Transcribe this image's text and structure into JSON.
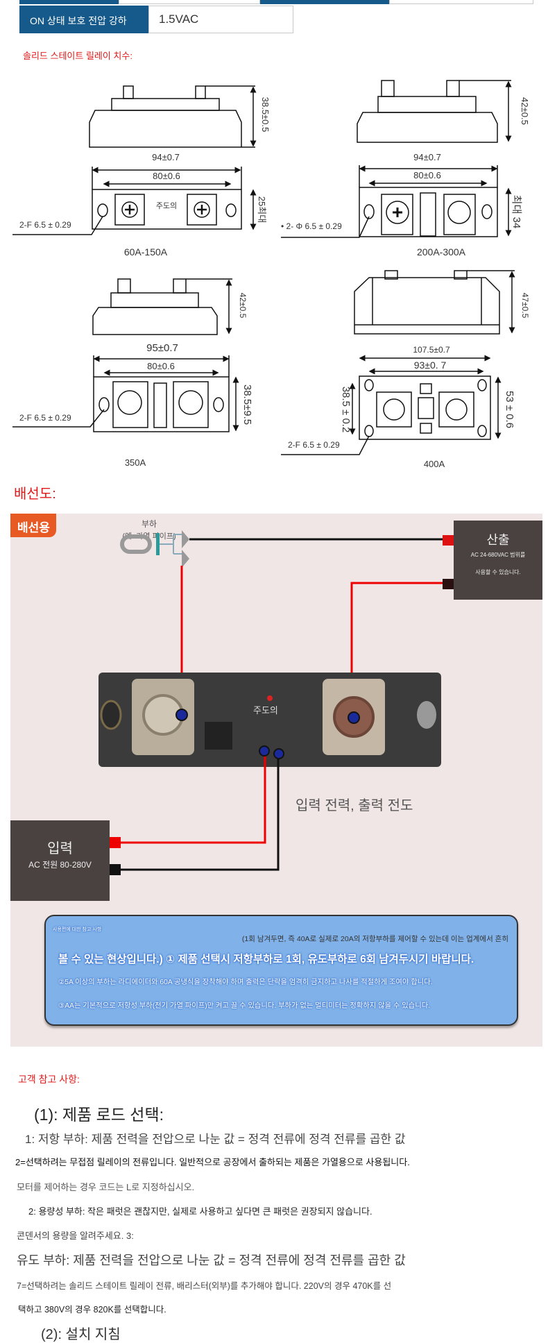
{
  "spec_table": {
    "label": "ON 상태 보호 전압 강하",
    "value": "1.5VAC"
  },
  "dimensions": {
    "heading": "솔리드 스테이트 릴레이 치수:",
    "models": [
      {
        "name": "60A-150A",
        "height": "38.5±0.5",
        "width": "94±0.7",
        "hole_spacing": "80±0.6",
        "depth": "25최대",
        "hole": "2-F 6.5 ± 0.29",
        "center_label": "주도의"
      },
      {
        "name": "200A-300A",
        "height": "42±0.5",
        "width": "94±0.7",
        "hole_spacing": "80±0.6",
        "depth": "최대 34",
        "hole": "• 2- Φ 6.5 ± 0.29"
      },
      {
        "name": "350A",
        "height": "42±0.5",
        "width": "95±0.7",
        "hole_spacing": "80±0.6",
        "depth": "38.5±9.5",
        "hole": "2-F 6.5 ± 0.29"
      },
      {
        "name": "400A",
        "height": "47±0.5",
        "width": "107.5±0.7",
        "hole_spacing": "93±0.  7",
        "depth": "53 ± 0.6",
        "side": "38.5 ± 0.2",
        "hole": "2-F 6.5 ± 0.29"
      }
    ]
  },
  "wiring": {
    "heading": "배선도:",
    "tag": "배선용",
    "load_label": "부하",
    "load_example": "(예: 가열 파이프)",
    "output_title": "산출",
    "output_range": "AC 24-680VAC 범위를",
    "output_note": "사용할 수 있습니다.",
    "ssr_label": "주도의",
    "caption": "입력 전력, 출력 전도",
    "input_title": "입력",
    "input_range": "AC 전원 80-280V",
    "notes": {
      "title": "사용편에 대한 참고 사항",
      "line1": "(1회 남겨두면, 즉 40A로 실제로 20A의 저항부하를 제어할 수 있는데 이는 업계에서 흔히",
      "line2": "볼 수 있는 현상입니다.) ① 제품 선택시 저항부하로 1회, 유도부하로 6회 남겨두시기 바랍니다.",
      "line3": "②5A 이상의 부하는 라디에이터와 60A 공냉식을 장착해야 하며 출력은 단락을 엄격히 금지하고 나사를 적절하게 조여야 합니다.",
      "line4": "③AA는 기본적으로 저항성 부하(전기 가열 파이프)만 켜고 끌 수 있습니다. 부하가 없는 멀티미터는 정확하지 않을 수 있습니다."
    }
  },
  "customer_notes": {
    "heading": "고객 참고 사항:",
    "section1": "(1): 제품 로드 선택:",
    "lines": [
      "1: 저항 부하: 제품 전력을 전압으로 나눈 값 = 정격 전류에 정격 전류를 곱한 값",
      "2=선택하려는 무접점 릴레이의 전류입니다. 일반적으로 공장에서 출하되는 제품은 가열용으로 사용됩니다.",
      "모터를 제어하는 경우 코드는 L로 지정하십시오.",
      "2: 용량성 부하: 작은 패럿은 괜찮지만, 실제로 사용하고 싶다면 큰 패럿은 권장되지 않습니다.",
      "콘덴서의 용량을 알려주세요. 3:",
      "유도 부하: 제품 전력을 전압으로 나눈 값 = 정격 전류에 정격 전류를 곱한 값",
      "7=선택하려는 솔리드 스테이트 릴레이 전류, 배리스터(외부)를 추가해야 합니다. 220V의 경우 470K를 선",
      "택하고 380V의 경우 820K를 선택합니다."
    ],
    "section2": "(2): 설치 지침"
  }
}
